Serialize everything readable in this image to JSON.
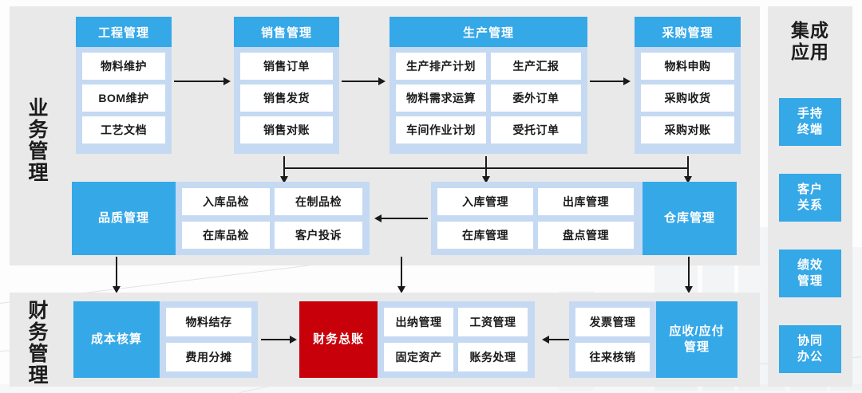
{
  "diagram": {
    "background_color": "#e9e9e9",
    "accent_blue": "#35a8e8",
    "frame_blue": "#c5daf2",
    "accent_red": "#c8000a"
  },
  "sections": {
    "business": {
      "label": "业务管理"
    },
    "finance": {
      "label": "财务管理"
    }
  },
  "rail": {
    "title": "集成\n应用",
    "title_line1": "集成",
    "title_line2": "应用",
    "apps": [
      {
        "line1": "手持",
        "line2": "终端"
      },
      {
        "line1": "客户",
        "line2": "关系"
      },
      {
        "line1": "绩效",
        "line2": "管理"
      },
      {
        "line1": "协同",
        "line2": "办公"
      }
    ]
  },
  "modules": {
    "engineering": {
      "title": "工程管理",
      "cells": [
        "物料维护",
        "BOM维护",
        "工艺文档"
      ]
    },
    "sales": {
      "title": "销售管理",
      "cells": [
        "销售订单",
        "销售发货",
        "销售对账"
      ]
    },
    "production": {
      "title": "生产管理",
      "cells": [
        "生产排产计划",
        "生产汇报",
        "物料需求运算",
        "委外订单",
        "车间作业计划",
        "受托订单"
      ]
    },
    "purchasing": {
      "title": "采购管理",
      "cells": [
        "物料申购",
        "采购收货",
        "采购对账"
      ]
    },
    "quality": {
      "title": "品质管理",
      "cells": [
        "入库品检",
        "在制品检",
        "在库品检",
        "客户投诉"
      ]
    },
    "warehouse": {
      "title": "仓库管理",
      "cells": [
        "入库管理",
        "出库管理",
        "在库管理",
        "盘点管理"
      ]
    },
    "cost": {
      "title": "成本核算",
      "cells": [
        "物料结存",
        "费用分摊"
      ]
    },
    "ledger": {
      "title": "财务总账",
      "cells": [
        "出纳管理",
        "工资管理",
        "固定资产",
        "账务处理"
      ]
    },
    "receivable": {
      "title_line1": "应收/应付",
      "title_line2": "管理",
      "cells": [
        "发票管理",
        "往来核销"
      ]
    }
  }
}
